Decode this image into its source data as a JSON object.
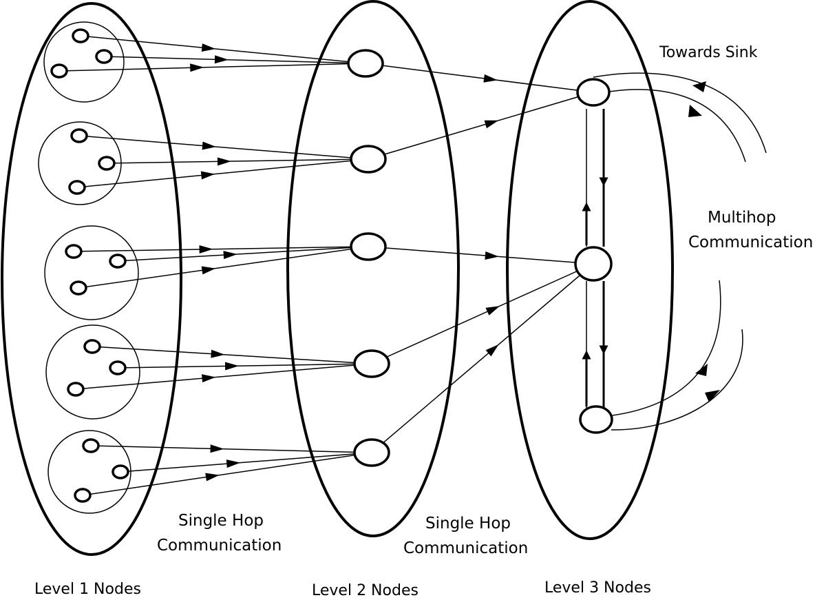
{
  "labels": {
    "towards_sink": "Towards Sink",
    "multihop_line1": "Multihop",
    "multihop_line2": "Communication",
    "single_hop_1_line1": "Single Hop",
    "single_hop_1_line2": "Communication",
    "single_hop_2_line1": "Single Hop",
    "single_hop_2_line2": "Communication",
    "level1": "Level 1 Nodes",
    "level2": "Level 2 Nodes",
    "level3": "Level 3 Nodes"
  },
  "colors": {
    "stroke": "#000000",
    "fill": "#ffffff"
  }
}
